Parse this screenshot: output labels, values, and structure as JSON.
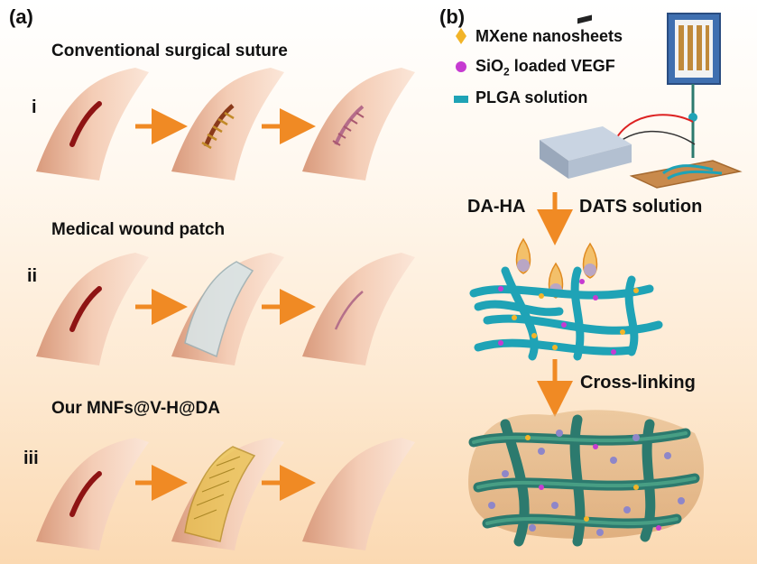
{
  "panel_a": {
    "label": "(a)",
    "rows": [
      {
        "numeral": "i",
        "heading": "Conventional surgical suture"
      },
      {
        "numeral": "ii",
        "heading": "Medical wound patch"
      },
      {
        "numeral": "iii",
        "heading": "Our MNFs@V-H@DA"
      }
    ]
  },
  "panel_b": {
    "label": "(b)",
    "legend": [
      {
        "text": "MXene nanosheets",
        "color": "#f2b428"
      },
      {
        "text_main": "SiO",
        "text_sub": "2",
        "text_rest": " loaded VEGF",
        "color": "#c63bd1"
      },
      {
        "text": "PLGA solution",
        "color": "#1fa3b6"
      }
    ],
    "step1_left": "DA-HA",
    "step1_right": "DATS solution",
    "step2": "Cross-linking"
  },
  "colors": {
    "arrow": "#f08a24",
    "skin": "#f2c7ae",
    "wound": "#8e1414",
    "fiber": "#1fa3b6",
    "fiber_dark": "#2c7a6e"
  }
}
